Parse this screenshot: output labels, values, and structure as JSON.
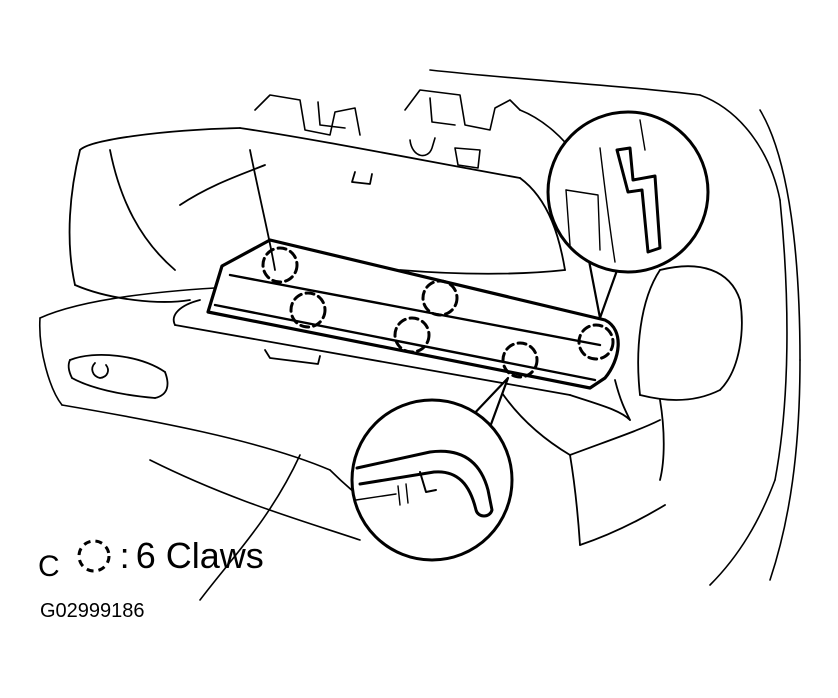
{
  "figure": {
    "view_letter": "C",
    "legend_colon": ":",
    "legend_text": "6 Claws",
    "figure_code": "G02999186"
  },
  "claws": {
    "count": 6
  }
}
